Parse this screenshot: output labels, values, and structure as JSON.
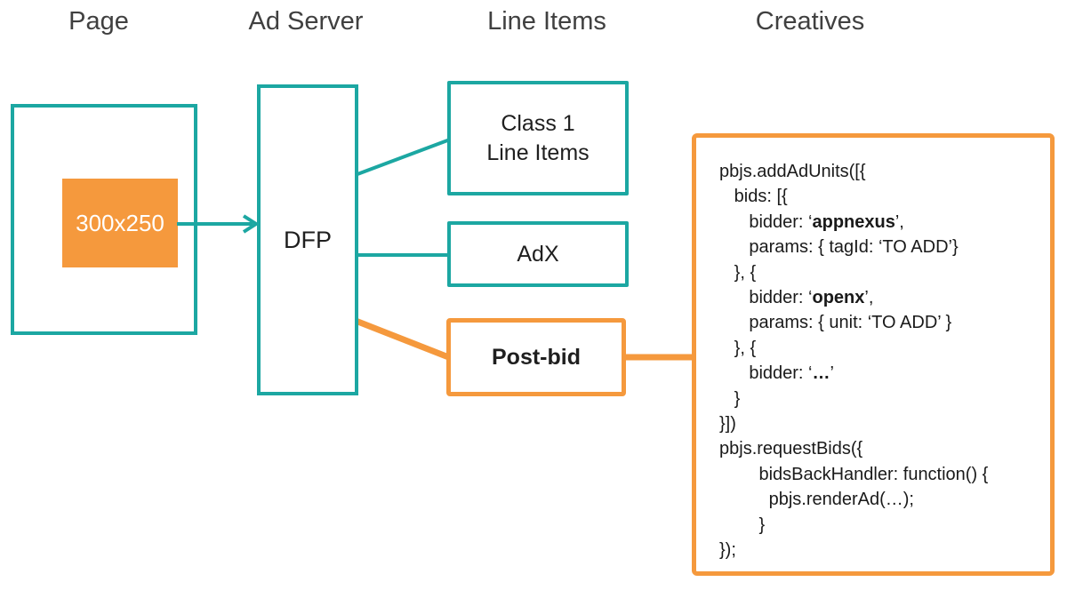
{
  "colors": {
    "teal": "#1CA7A2",
    "orange": "#F5993D",
    "heading_text": "#404040",
    "label_text": "#1F1F1F",
    "code_text": "#1A1A1A",
    "background": "#FFFFFF"
  },
  "headings": {
    "page": "Page",
    "ad_server": "Ad Server",
    "line_items": "Line Items",
    "creatives": "Creatives"
  },
  "page_column": {
    "ad_slot_label": "300x250"
  },
  "ad_server_column": {
    "dfp_label": "DFP"
  },
  "line_items_column": {
    "class1_label_line1": "Class 1",
    "class1_label_line2": "Line Items",
    "adx_label": "AdX",
    "postbid_label": "Post-bid"
  },
  "creatives_column": {
    "code_lines": [
      [
        {
          "t": "pbjs.addAdUnits([{",
          "b": false
        }
      ],
      [
        {
          "t": "   bids: [{",
          "b": false
        }
      ],
      [
        {
          "t": "      bidder: ‘",
          "b": false
        },
        {
          "t": "appnexus",
          "b": true
        },
        {
          "t": "’,",
          "b": false
        }
      ],
      [
        {
          "t": "      params: { tagId: ‘TO ADD’}",
          "b": false
        }
      ],
      [
        {
          "t": "   }, {",
          "b": false
        }
      ],
      [
        {
          "t": "      bidder: ‘",
          "b": false
        },
        {
          "t": "openx",
          "b": true
        },
        {
          "t": "’,",
          "b": false
        }
      ],
      [
        {
          "t": "      params: { unit: ‘TO ADD’ }",
          "b": false
        }
      ],
      [
        {
          "t": "   }, {",
          "b": false
        }
      ],
      [
        {
          "t": "      bidder: ‘",
          "b": false
        },
        {
          "t": "…",
          "b": true
        },
        {
          "t": "’",
          "b": false
        }
      ],
      [
        {
          "t": "   }",
          "b": false
        }
      ],
      [
        {
          "t": "}])",
          "b": false
        }
      ],
      [
        {
          "t": "pbjs.requestBids({",
          "b": false
        }
      ],
      [
        {
          "t": "        bidsBackHandler: function() {",
          "b": false
        }
      ],
      [
        {
          "t": "          pbjs.renderAd(…);",
          "b": false
        }
      ],
      [
        {
          "t": "        }",
          "b": false
        }
      ],
      [
        {
          "t": "});",
          "b": false
        }
      ]
    ]
  }
}
